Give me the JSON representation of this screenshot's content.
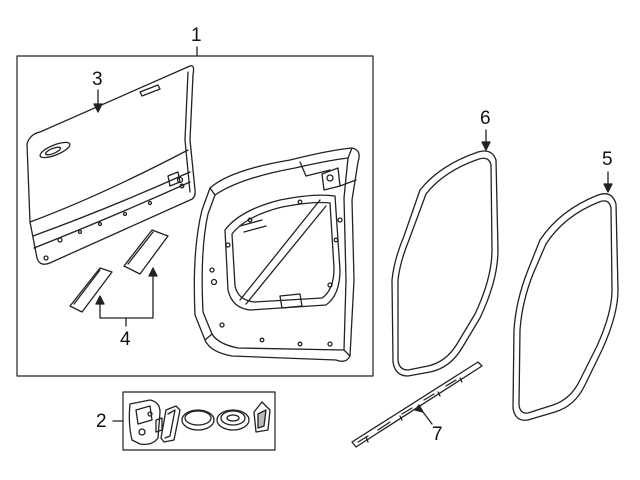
{
  "diagram": {
    "callouts": {
      "c1": "1",
      "c2": "2",
      "c3": "3",
      "c4": "4",
      "c5": "5",
      "c6": "6",
      "c7": "7"
    },
    "line_color": "#222222",
    "background": "#ffffff"
  }
}
